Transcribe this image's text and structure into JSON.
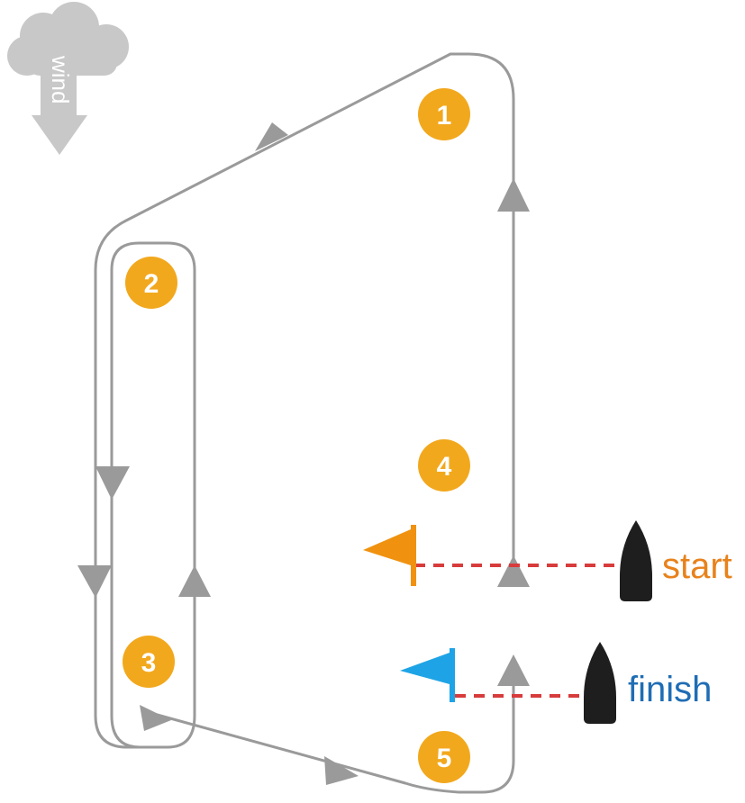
{
  "wind": {
    "label": "wind"
  },
  "marks": [
    {
      "id": "1",
      "label": "1"
    },
    {
      "id": "2",
      "label": "2"
    },
    {
      "id": "3",
      "label": "3"
    },
    {
      "id": "4",
      "label": "4"
    },
    {
      "id": "5",
      "label": "5"
    }
  ],
  "start": {
    "label": "start"
  },
  "finish": {
    "label": "finish"
  },
  "colors": {
    "mark": "#f2a81d",
    "route": "#9a9a9a",
    "start_flag": "#f0920f",
    "start_text": "#e8821b",
    "finish_flag": "#1ea4e6",
    "finish_text": "#1f6db5",
    "line": "#d83b3b",
    "boat": "#1e1e1e",
    "cloud": "#c8c8c8"
  }
}
